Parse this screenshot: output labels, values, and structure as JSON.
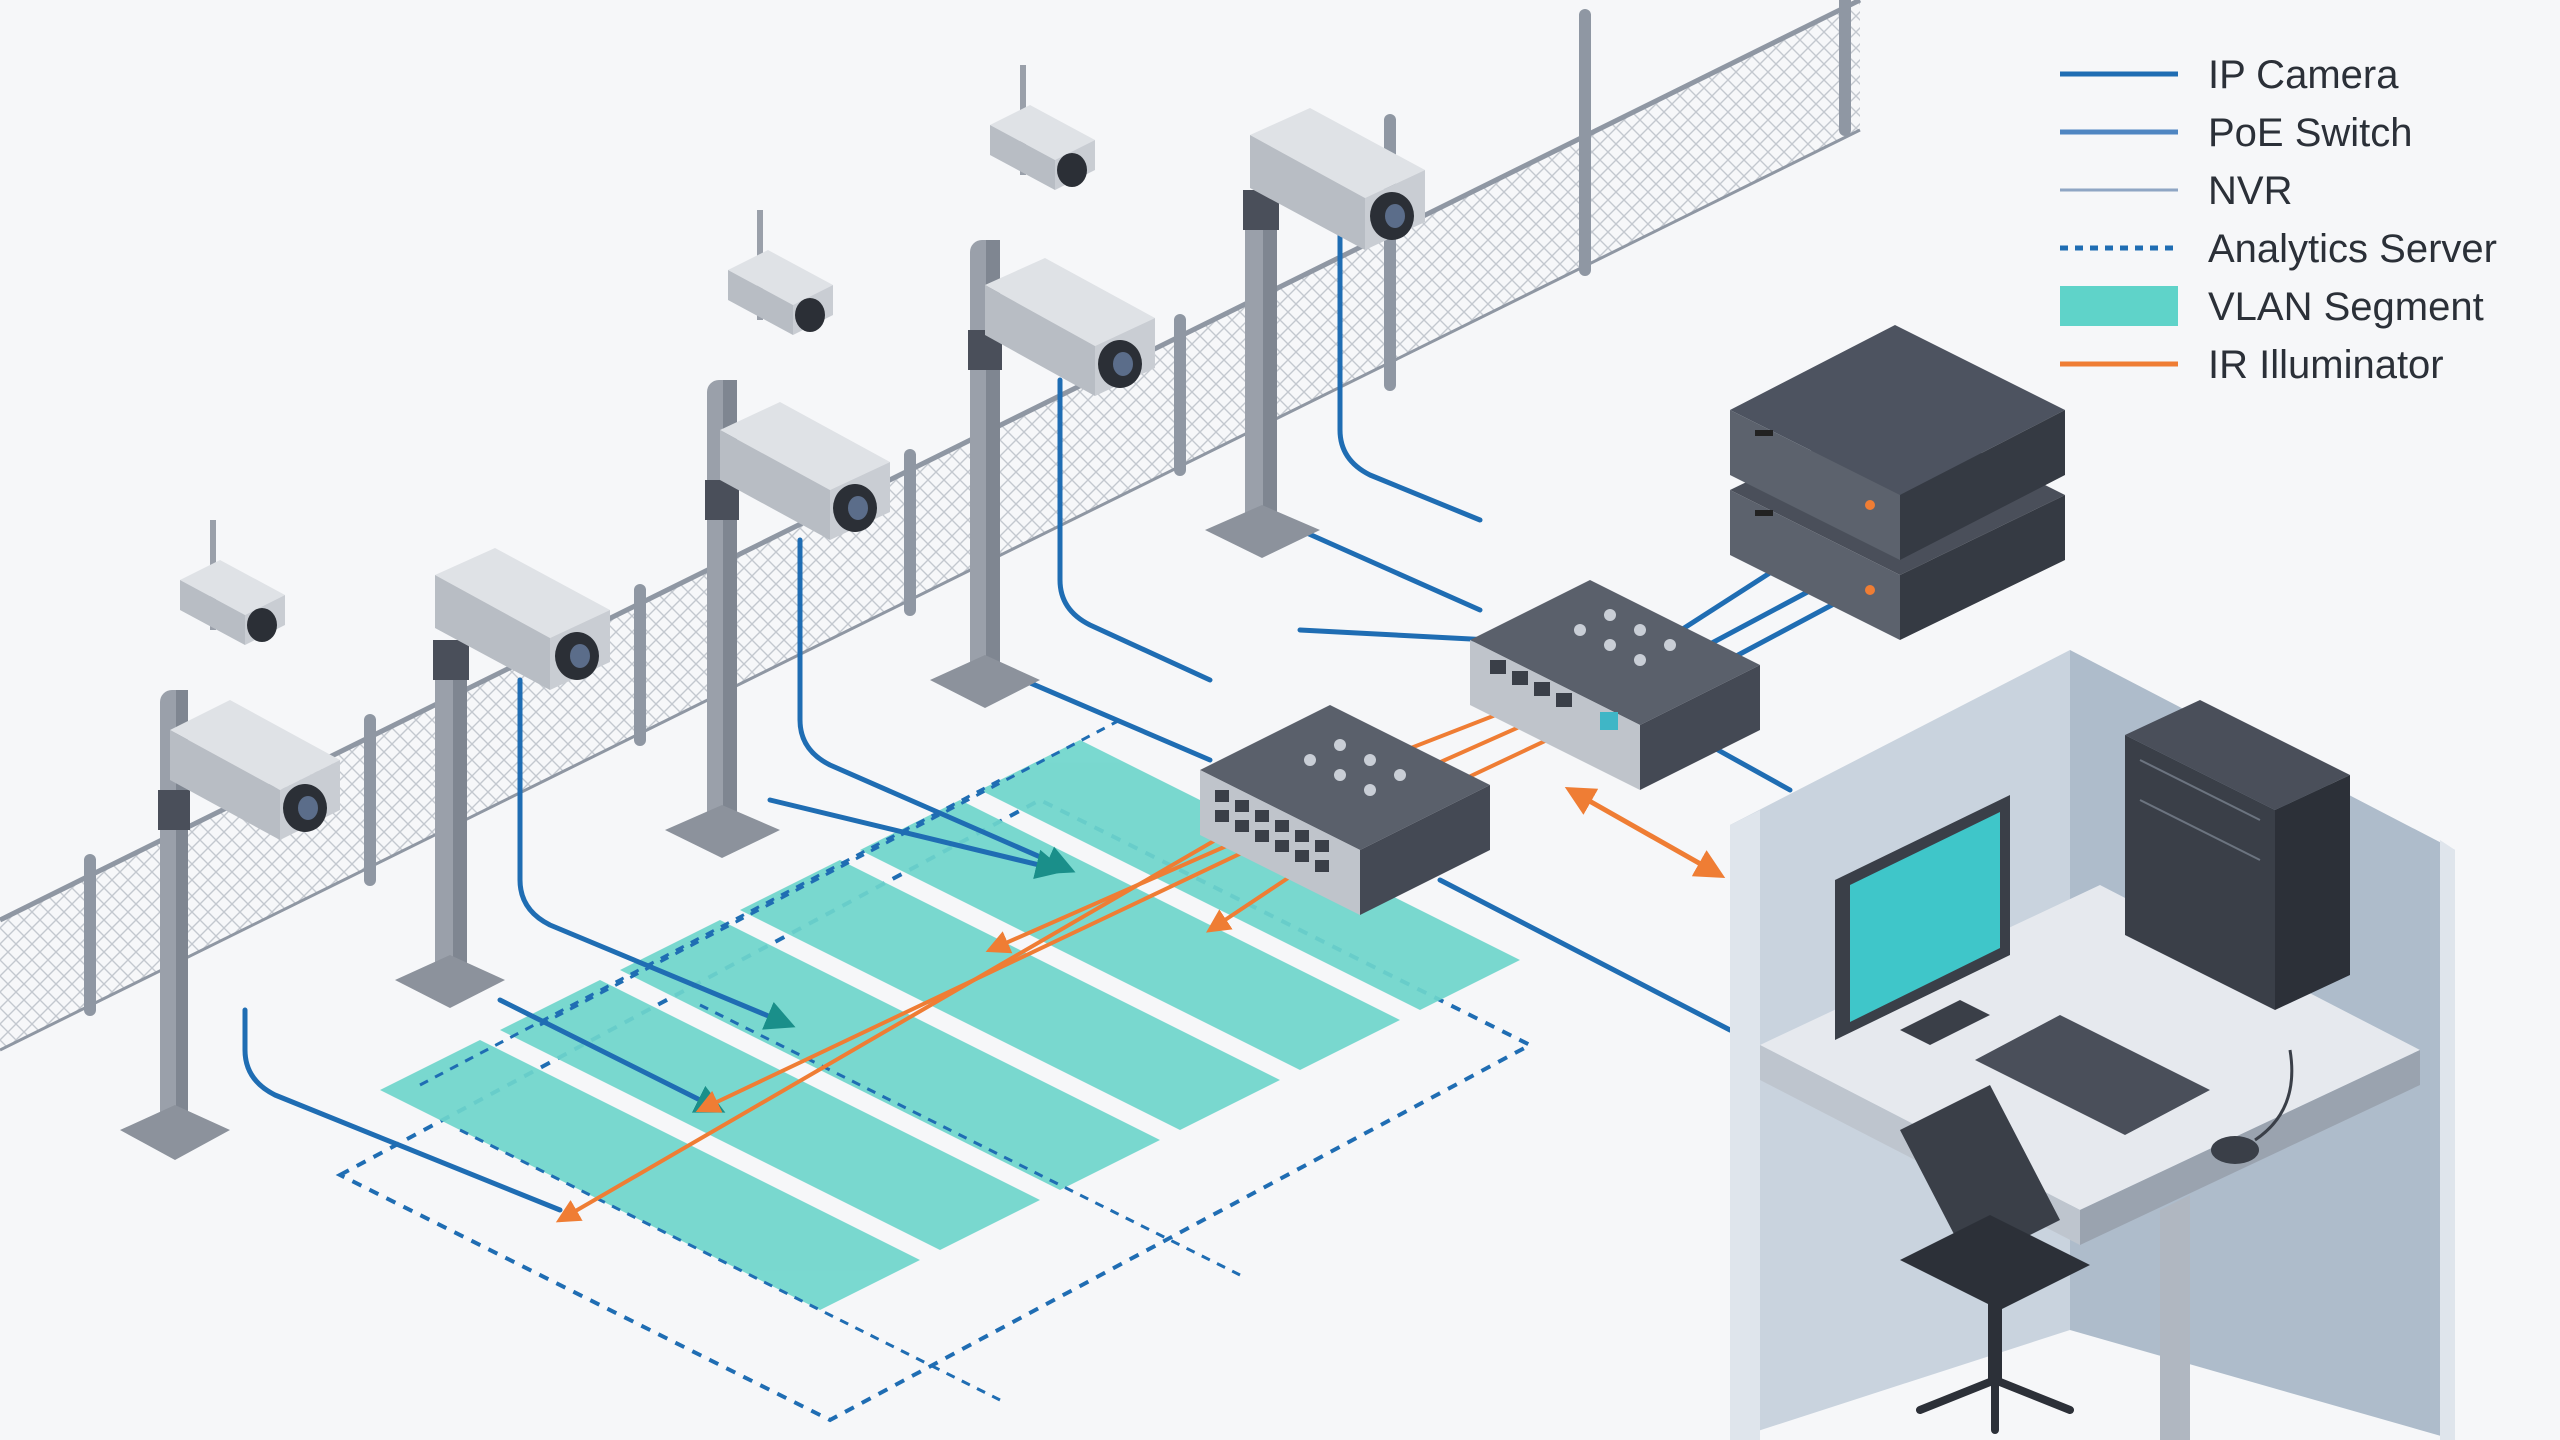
{
  "legend": {
    "items": [
      {
        "key": "ip_camera",
        "label": "IP Camera",
        "style": "solid",
        "color": "#1f6db3"
      },
      {
        "key": "poe_switch",
        "label": "PoE Switch",
        "style": "solid",
        "color": "#4f86c2"
      },
      {
        "key": "nvr",
        "label": "NVR",
        "style": "solid",
        "color": "#8fa6c4"
      },
      {
        "key": "analytics",
        "label": "Analytics Server",
        "style": "dashed",
        "color": "#1f6db3"
      },
      {
        "key": "vlan",
        "label": "VLAN Segment",
        "style": "block",
        "color": "#5fd3c9"
      },
      {
        "key": "ir",
        "label": "IR Illuminator",
        "style": "solid",
        "color": "#ef7d34"
      }
    ]
  },
  "colors": {
    "cable_blue": "#1f6db3",
    "vlan_fill": "#6fd6cc",
    "ir_orange": "#ef7d34",
    "device_dark": "#4a4f5a",
    "pole": "#9aa0aa",
    "fence": "#8f97a3",
    "monitor_screen": "#3fc6c9",
    "booth_wall": "#c9d3de"
  },
  "icons": {
    "cameras": [
      "camera-icon-1",
      "camera-icon-2",
      "camera-icon-3",
      "camera-icon-4",
      "camera-icon-5",
      "camera-icon-6",
      "camera-icon-7",
      "camera-icon-8"
    ],
    "switches": [
      "poe-switch-main-icon",
      "poe-switch-secondary-icon"
    ],
    "servers": [
      "nvr-unit-icon",
      "analytics-server-icon"
    ],
    "workstation": [
      "monitor-icon",
      "keyboard-icon",
      "mouse-icon",
      "tower-pc-icon",
      "office-chair-icon"
    ]
  }
}
